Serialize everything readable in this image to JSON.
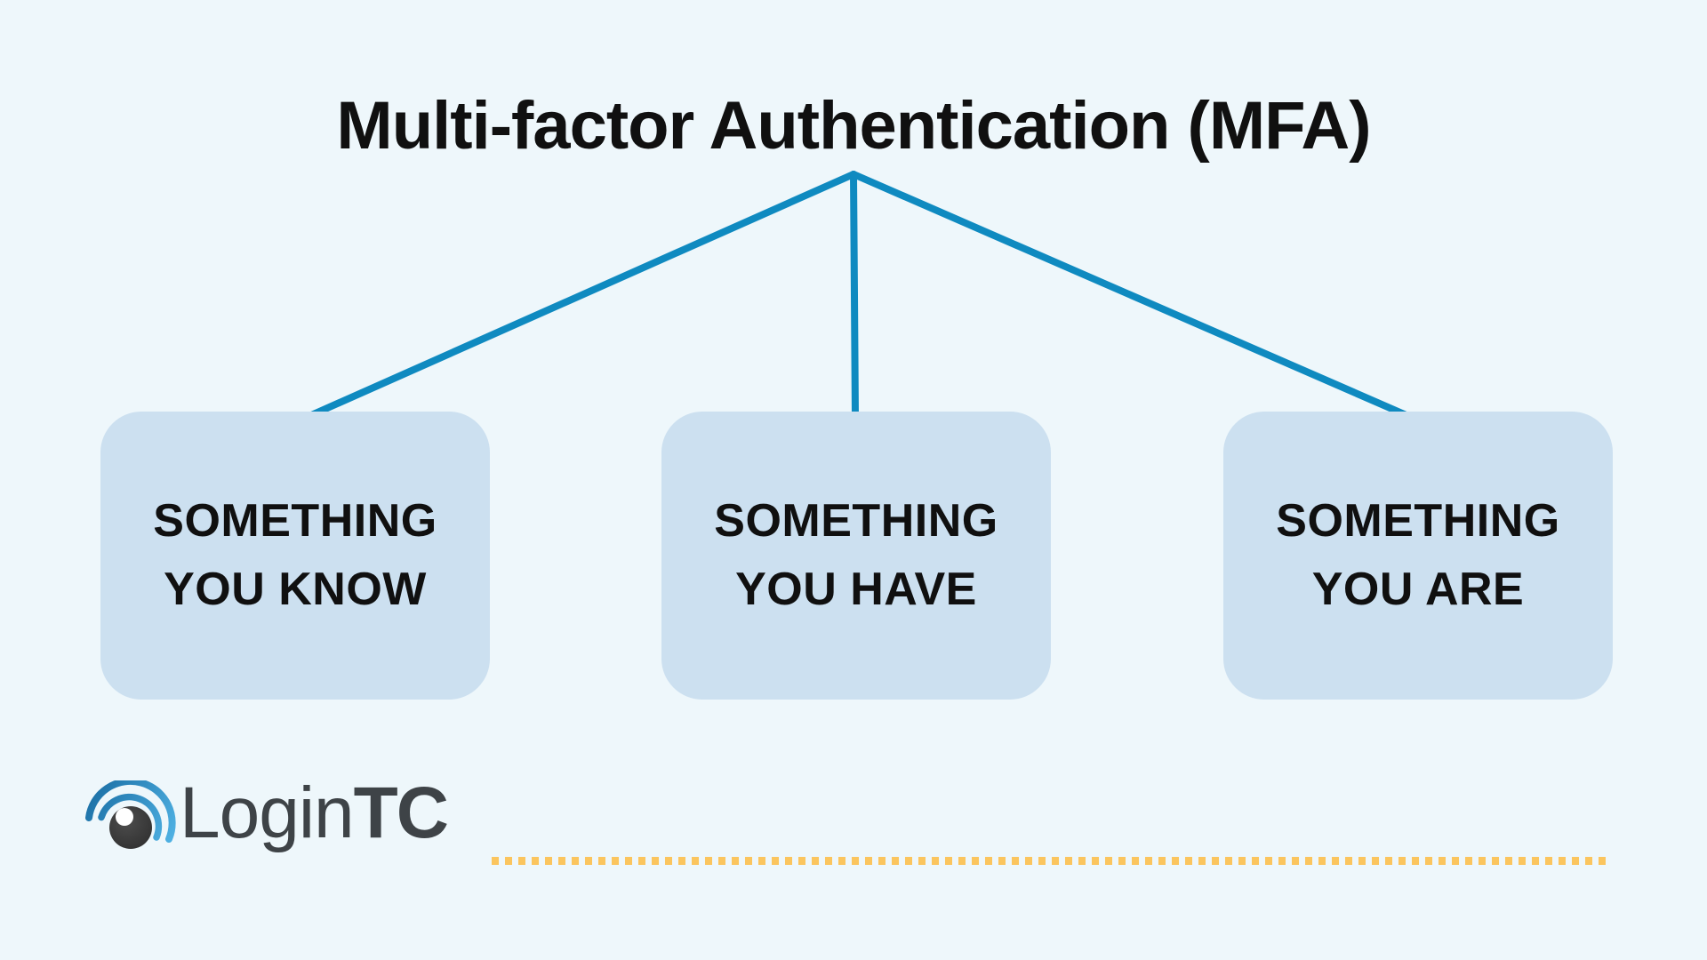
{
  "title": {
    "text": "Multi-factor Authentication (MFA)"
  },
  "diagram": {
    "factors": [
      {
        "label": "SOMETHING YOU KNOW",
        "lines": [
          "SOMETHING",
          "YOU KNOW"
        ]
      },
      {
        "label": "SOMETHING YOU HAVE",
        "lines": [
          "SOMETHING",
          "YOU HAVE"
        ]
      },
      {
        "label": "SOMETHING YOU ARE",
        "lines": [
          "SOMETHING",
          "YOU ARE"
        ]
      }
    ]
  },
  "logo": {
    "brand": "LoginTC",
    "text_regular": "Login",
    "text_bold": "TC"
  },
  "colors": {
    "background": "#eef7fb",
    "box_fill": "#cce0f0",
    "connector_blue": "#0f8ac0",
    "text_dark": "#101010",
    "dot_amber": "#fbc55e",
    "logo_gray": "#3e4347"
  }
}
